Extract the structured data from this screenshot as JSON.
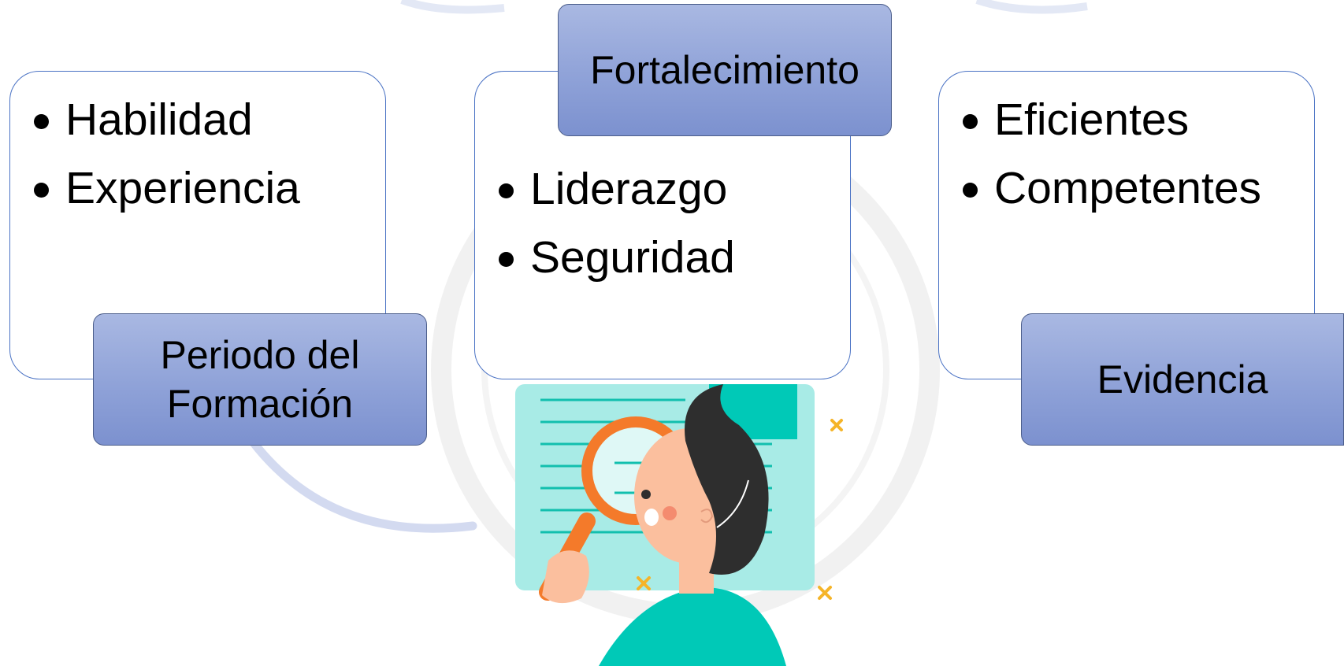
{
  "cards": [
    {
      "id": "left",
      "items": [
        "Habilidad",
        "Experiencia"
      ],
      "tag": "Periodo del Formación"
    },
    {
      "id": "center",
      "items": [
        "Liderazgo",
        "Seguridad"
      ],
      "tag": "Fortalecimiento"
    },
    {
      "id": "right",
      "items": [
        "Eficientes",
        "Competentes"
      ],
      "tag": "Evidencia"
    }
  ],
  "colors": {
    "card_border": "#4a72c4",
    "tag_fill_top": "#a9b8e2",
    "tag_fill_bottom": "#7c91cf",
    "arc": "#d3daf0",
    "document": "#a8ebe6",
    "accent_teal": "#00c9b7",
    "magnifier": "#f47a2a",
    "hair": "#2e2e2e",
    "skin": "#fbbf9e",
    "sparkle": "#f5b428"
  },
  "icons": [
    "magnifying-glass-icon",
    "document-icon",
    "person-illustration",
    "sparkle-icon"
  ]
}
